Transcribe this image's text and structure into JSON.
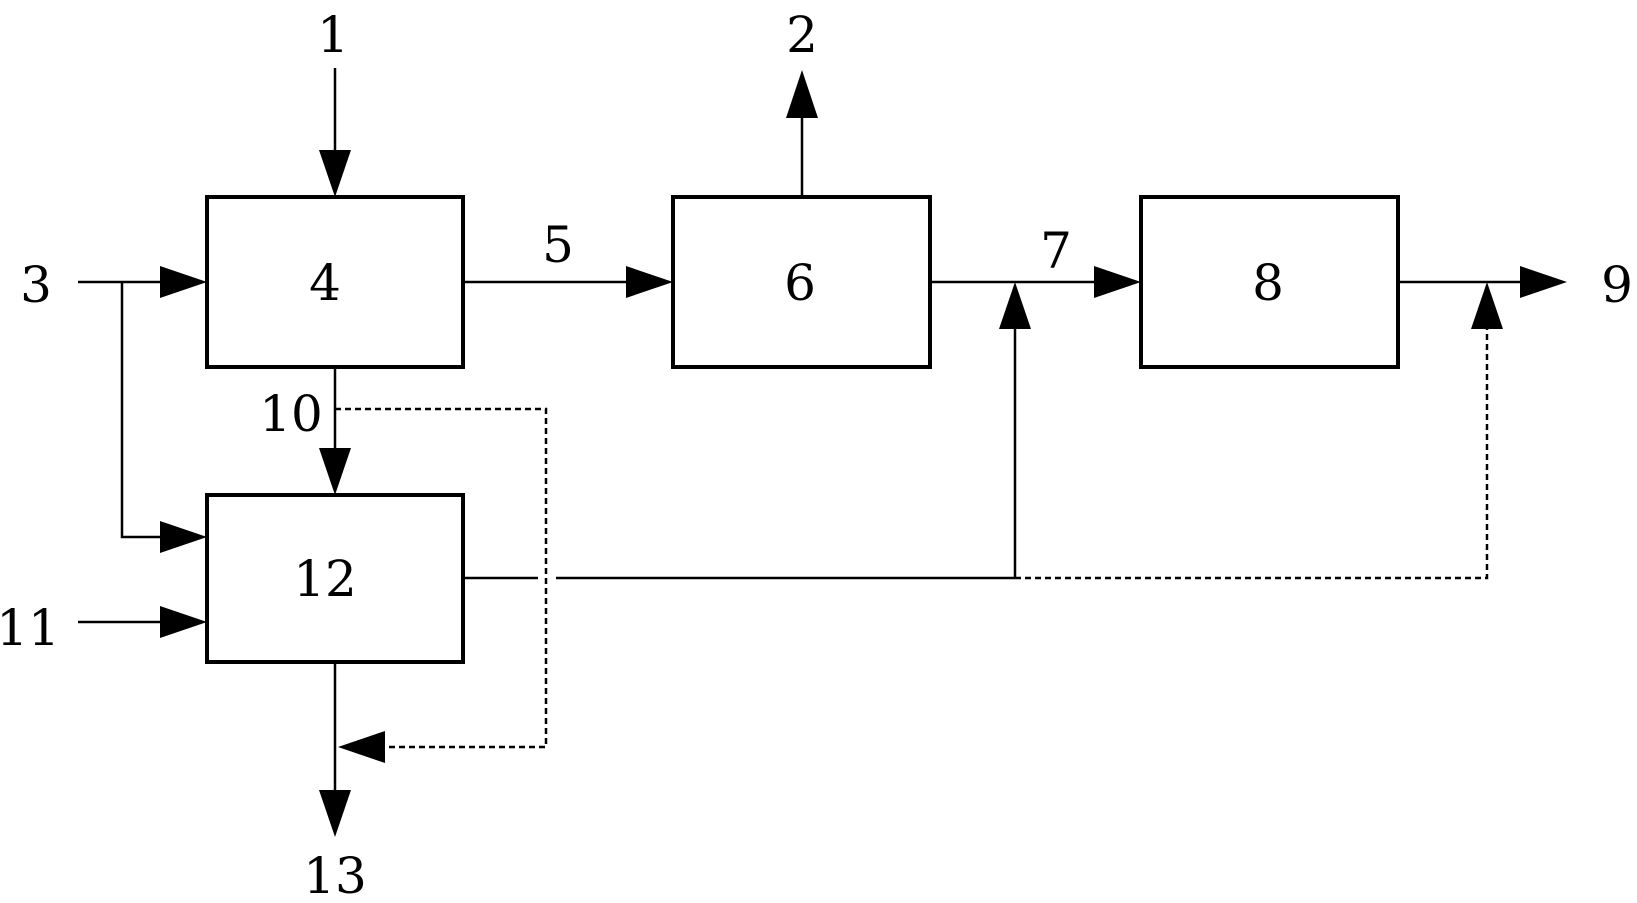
{
  "boxes": {
    "b4": "4",
    "b6": "6",
    "b8": "8",
    "b12": "12"
  },
  "streams": {
    "s1": "1",
    "s2": "2",
    "s3": "3",
    "s5": "5",
    "s7": "7",
    "s9": "9",
    "s10": "10",
    "s11": "11",
    "s13": "13"
  },
  "colors": {
    "stroke": "#000000",
    "background": "#ffffff"
  }
}
